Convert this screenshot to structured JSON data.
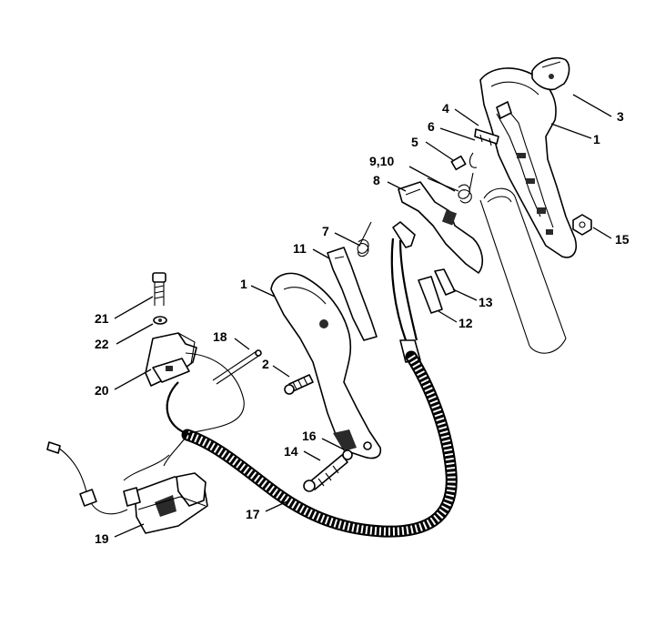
{
  "labels": {
    "p1_top": "1",
    "p3": "3",
    "p4": "4",
    "p6": "6",
    "p5": "5",
    "p9_10": "9,10",
    "p8": "8",
    "p15": "15",
    "p7": "7",
    "p11": "11",
    "p1_left": "1",
    "p13": "13",
    "p12": "12",
    "p21": "21",
    "p22": "22",
    "p18": "18",
    "p2": "2",
    "p20": "20",
    "p16": "16",
    "p14": "14",
    "p17": "17",
    "p19": "19"
  }
}
